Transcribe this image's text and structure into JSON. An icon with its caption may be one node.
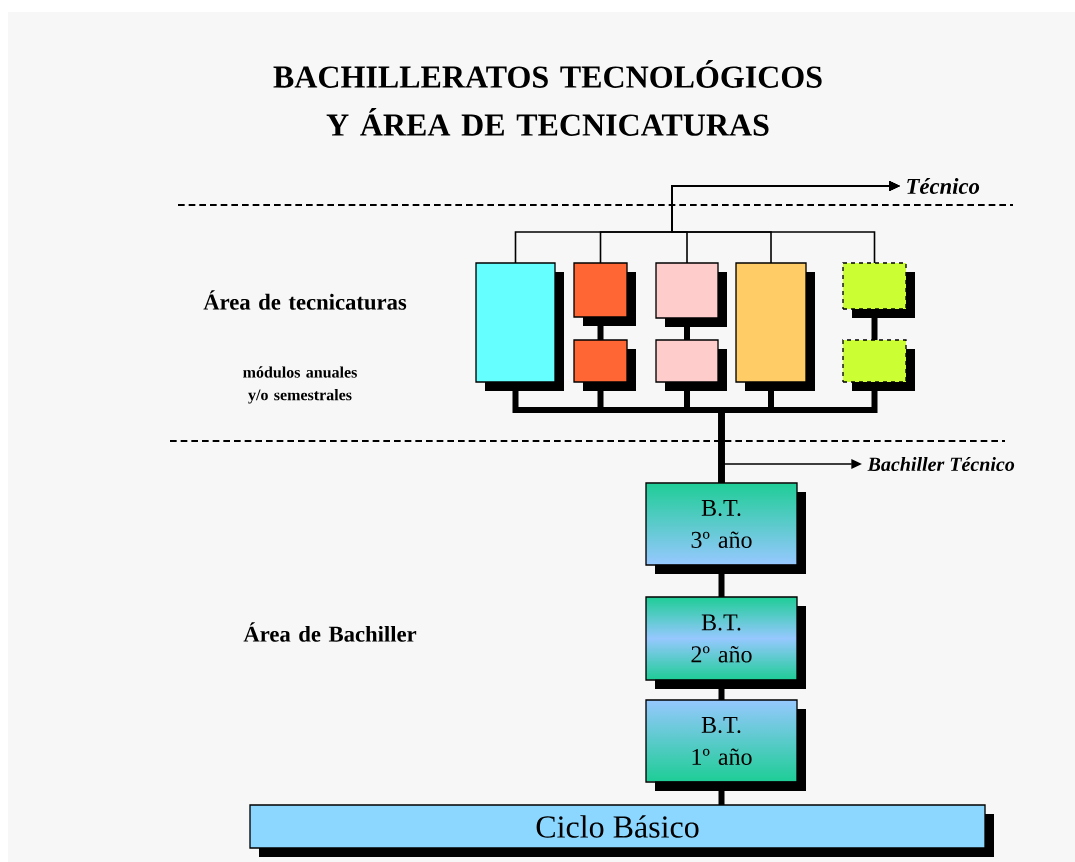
{
  "diagram": {
    "title": "BACHILLERATOS TECNOLÓGICOS Y ÁREA DE TECNICATURAS",
    "nodes": [
      {
        "text": [
          "Ciclo Básico"
        ]
      },
      {
        "text": [
          "B.T. 1º año"
        ]
      },
      {
        "text": [
          "B.T. 2º año"
        ]
      },
      {
        "text": [
          "B.T. 3º año"
        ]
      },
      {
        "text": [
          "Bachiller Técnico"
        ]
      },
      {
        "text": [],
        "shape": "box"
      },
      {
        "text": [],
        "shape": "box"
      },
      {
        "text": [],
        "shape": "box"
      },
      {
        "text": [],
        "shape": "box"
      },
      {
        "text": [],
        "shape": "box"
      },
      {
        "text": [],
        "shape": "box"
      },
      {
        "text": [],
        "shape": "box"
      },
      {
        "text": [],
        "shape": "box"
      },
      {
        "text": [
          "Técnico"
        ]
      }
    ],
    "edges": [
      {
        "from": 0,
        "to": 1,
        "arrow": "none"
      },
      {
        "from": 1,
        "to": 2,
        "arrow": "none"
      },
      {
        "from": 2,
        "to": 3,
        "arrow": "none"
      },
      {
        "from": 3,
        "to": 5,
        "arrow": "none"
      },
      {
        "from": 3,
        "to": 7,
        "arrow": "none"
      },
      {
        "from": 3,
        "to": 9,
        "arrow": "none"
      },
      {
        "from": 3,
        "to": 10,
        "arrow": "none"
      },
      {
        "from": 3,
        "to": 12,
        "arrow": "none"
      },
      {
        "from": 6,
        "to": 7,
        "arrow": "none"
      },
      {
        "from": 8,
        "to": 9,
        "arrow": "none"
      },
      {
        "from": 11,
        "to": 12,
        "arrow": "none"
      },
      {
        "from": 3,
        "to": 4,
        "arrow": "to"
      },
      {
        "from": 5,
        "to": 13,
        "arrow": "to"
      },
      {
        "from": 6,
        "to": 13,
        "arrow": "to"
      },
      {
        "from": 8,
        "to": 13,
        "arrow": "to"
      },
      {
        "from": 10,
        "to": 13,
        "arrow": "to"
      },
      {
        "from": 11,
        "to": 13,
        "arrow": "to"
      }
    ],
    "labels": [
      "Área de tecnicaturas",
      "módulos anuales y/o semestrales",
      "Área de Bachiller"
    ]
  }
}
